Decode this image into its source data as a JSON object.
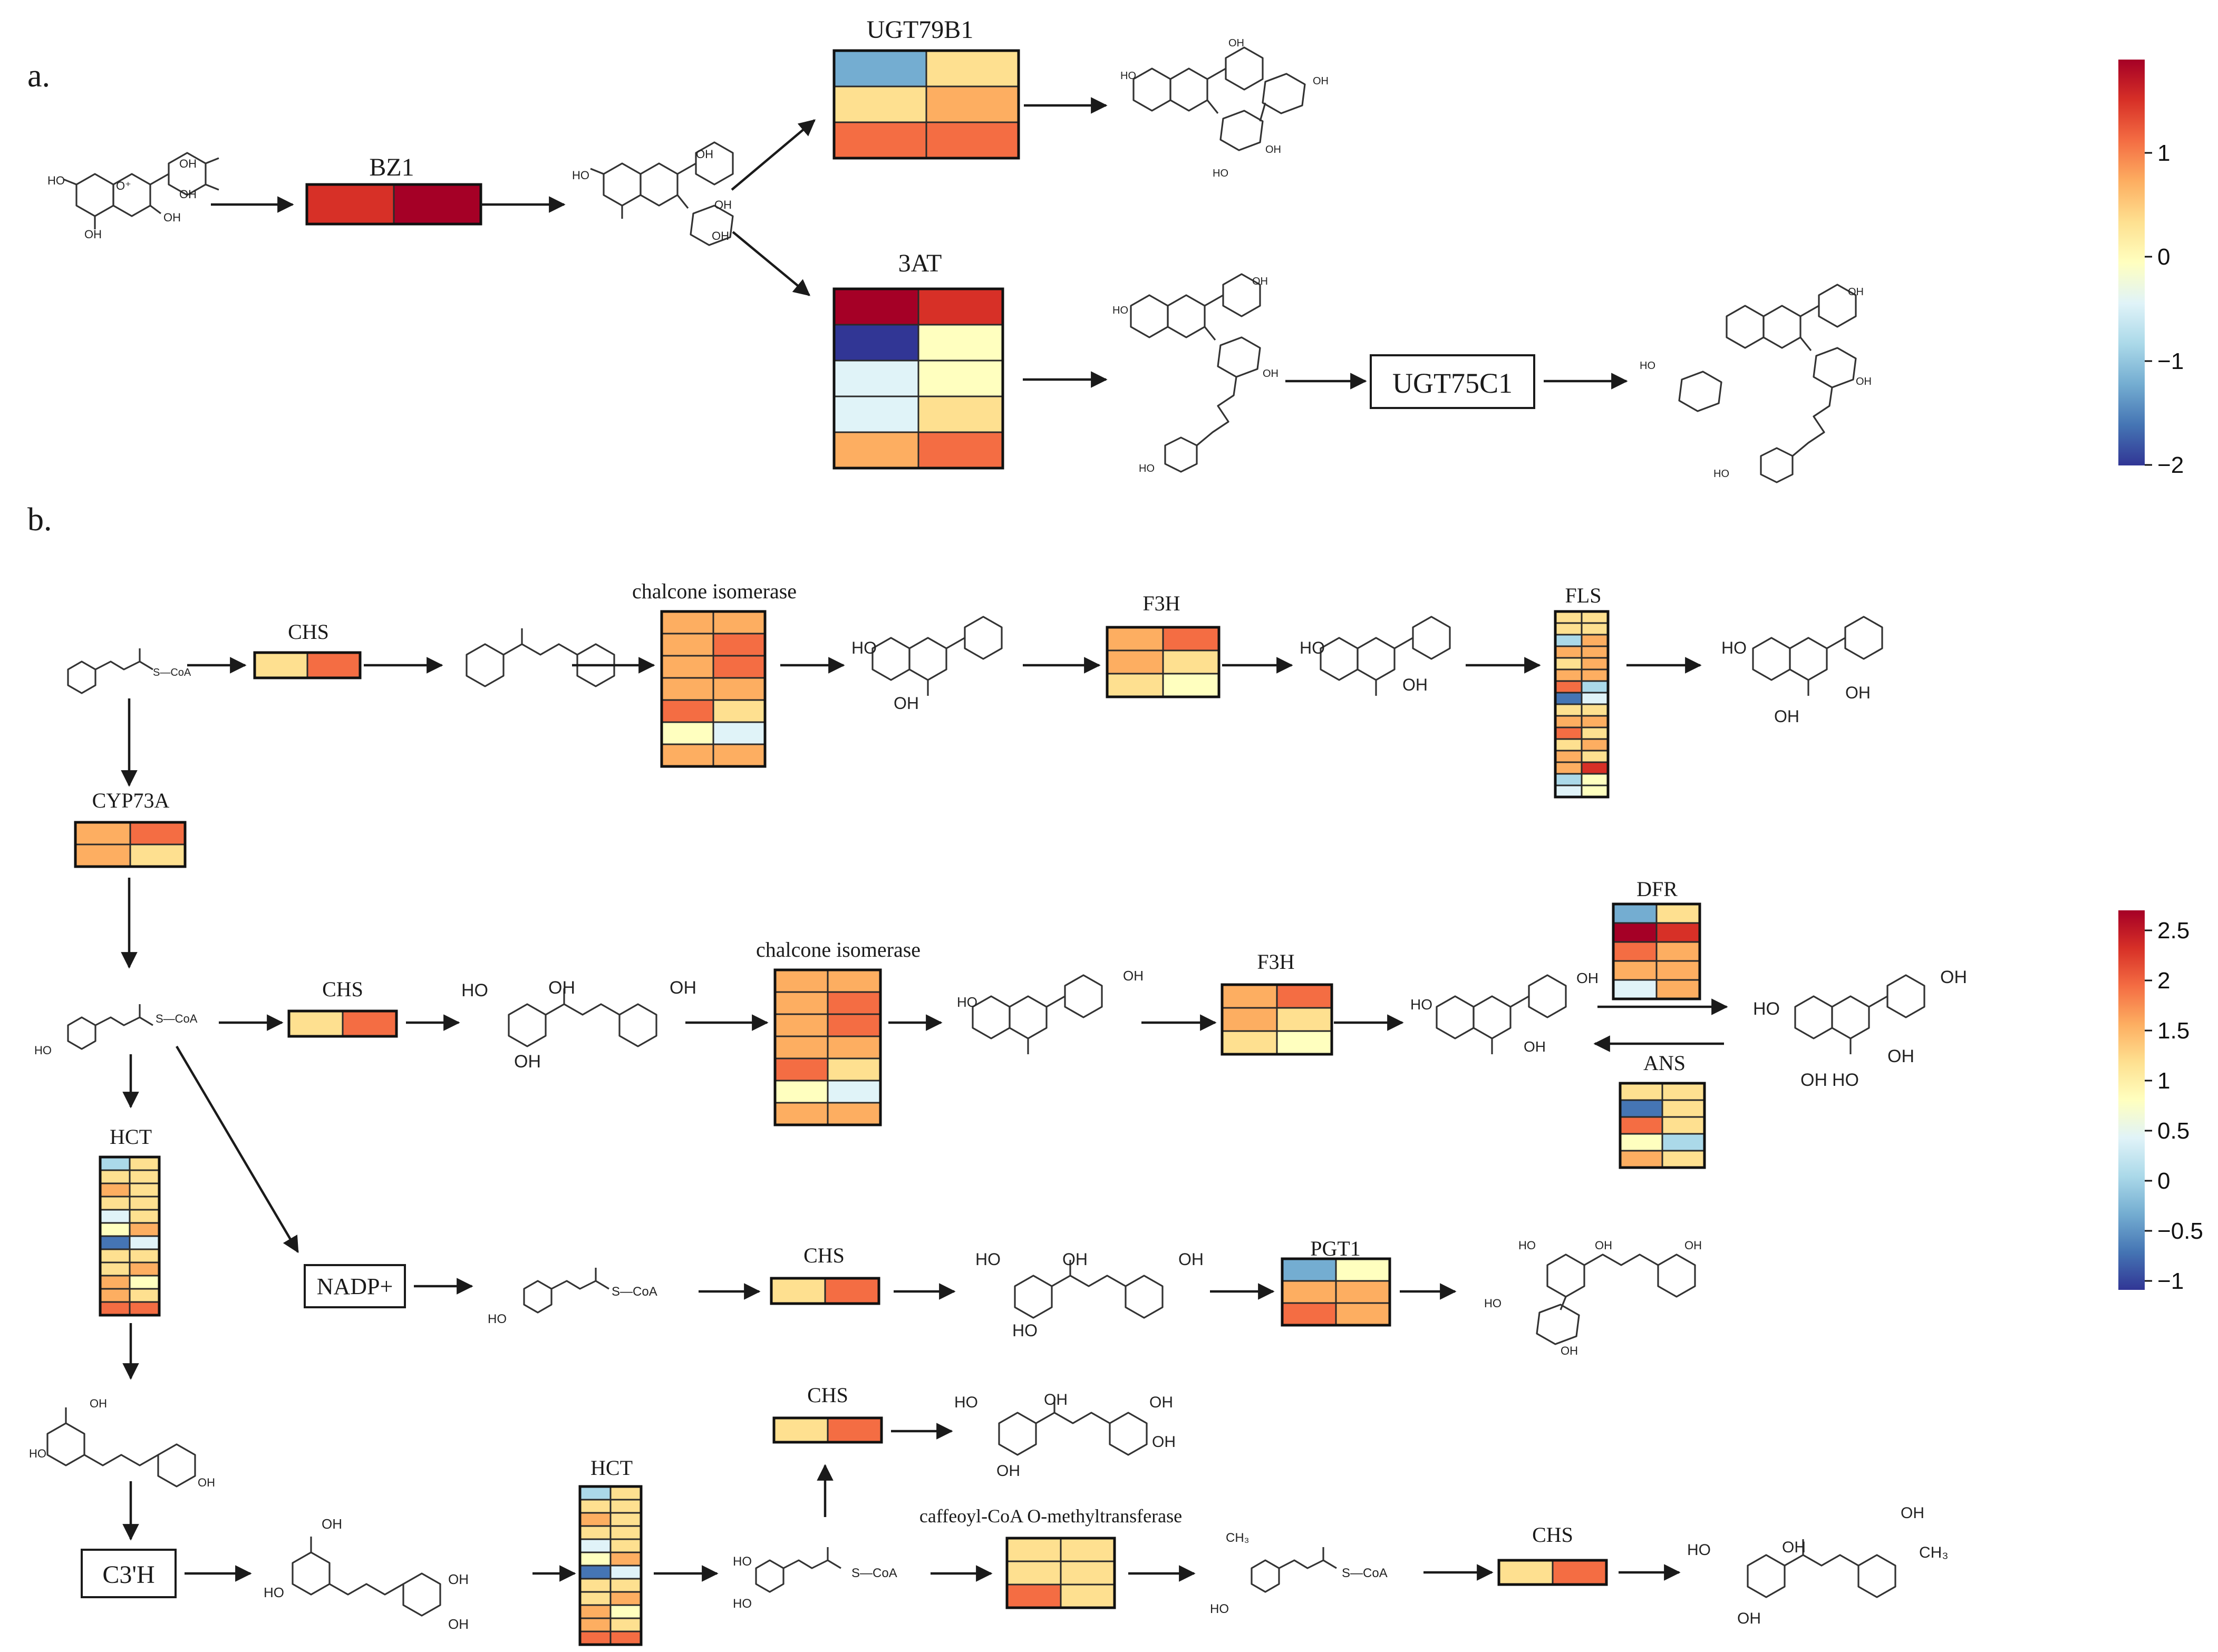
{
  "panels": {
    "a": "a.",
    "b": "b."
  },
  "palette": [
    "#313695",
    "#4575b4",
    "#74add1",
    "#abd9e9",
    "#e0f3f8",
    "#ffffbf",
    "#fee090",
    "#fdae61",
    "#f46d43",
    "#d73027",
    "#a50026"
  ],
  "legends": {
    "a": {
      "ticks": [
        "1",
        "0",
        "−1",
        "−2"
      ]
    },
    "b": {
      "ticks": [
        "2.5",
        "2",
        "1.5",
        "1",
        "0.5",
        "0",
        "−0.5",
        "−1"
      ]
    }
  },
  "enzymes": {
    "BZ1": "BZ1",
    "UGT79B1": "UGT79B1",
    "AT3": "3AT",
    "UGT75C1": "UGT75C1",
    "CHS": "CHS",
    "CHI": "chalcone isomerase",
    "F3H": "F3H",
    "FLS": "FLS",
    "CYP73A": "CYP73A",
    "DFR": "DFR",
    "ANS": "ANS",
    "HCT": "HCT",
    "NADP": "NADP+",
    "PGT1": "PGT1",
    "C3H": "C3'H",
    "CCoAOMT": "caffeoyl-CoA O-methyltransferase"
  },
  "chem": {
    "OH": "OH",
    "HO": "HO",
    "O": "O",
    "Oplus": "O⁺",
    "SCoA": "S—CoA",
    "CH3": "CH₃"
  },
  "heatmaps": {
    "BZ1": [
      [
        0.9,
        0.97
      ]
    ],
    "UGT79B1": [
      [
        0.18,
        0.55
      ],
      [
        0.57,
        0.68
      ],
      [
        0.75,
        0.84
      ]
    ],
    "AT3": [
      [
        0.97,
        0.9
      ],
      [
        0.03,
        0.47
      ],
      [
        0.44,
        0.52
      ],
      [
        0.36,
        0.6
      ],
      [
        0.7,
        0.75
      ]
    ],
    "CHS": [
      [
        0.62,
        0.8
      ]
    ],
    "CHI": [
      [
        0.65,
        0.7
      ],
      [
        0.74,
        0.78
      ],
      [
        0.7,
        0.82
      ],
      [
        0.68,
        0.7
      ],
      [
        0.76,
        0.6
      ],
      [
        0.53,
        0.44
      ],
      [
        0.66,
        0.66
      ]
    ],
    "F3H": [
      [
        0.68,
        0.76
      ],
      [
        0.74,
        0.64
      ],
      [
        0.56,
        0.46
      ]
    ],
    "FLS": [
      [
        0.56,
        0.6
      ],
      [
        0.6,
        0.64
      ],
      [
        0.3,
        0.68
      ],
      [
        0.65,
        0.72
      ],
      [
        0.58,
        0.74
      ],
      [
        0.66,
        0.7
      ],
      [
        0.78,
        0.32
      ],
      [
        0.05,
        0.42
      ],
      [
        0.6,
        0.64
      ],
      [
        0.7,
        0.66
      ],
      [
        0.78,
        0.62
      ],
      [
        0.6,
        0.66
      ],
      [
        0.68,
        0.56
      ],
      [
        0.74,
        0.86
      ],
      [
        0.3,
        0.52
      ],
      [
        0.36,
        0.46
      ]
    ],
    "CYP73A": [
      [
        0.72,
        0.78
      ],
      [
        0.74,
        0.64
      ]
    ],
    "CHS2": [
      [
        0.62,
        0.8
      ]
    ],
    "CHI2": [
      [
        0.65,
        0.7
      ],
      [
        0.74,
        0.78
      ],
      [
        0.7,
        0.82
      ],
      [
        0.68,
        0.7
      ],
      [
        0.76,
        0.6
      ],
      [
        0.53,
        0.44
      ],
      [
        0.66,
        0.66
      ]
    ],
    "F3H2": [
      [
        0.68,
        0.76
      ],
      [
        0.74,
        0.64
      ],
      [
        0.56,
        0.46
      ]
    ],
    "DFR": [
      [
        0.2,
        0.58
      ],
      [
        0.97,
        0.9
      ],
      [
        0.8,
        0.66
      ],
      [
        0.74,
        0.68
      ],
      [
        0.35,
        0.72
      ]
    ],
    "ANS": [
      [
        0.6,
        0.58
      ],
      [
        0.06,
        0.6
      ],
      [
        0.82,
        0.62
      ],
      [
        0.48,
        0.25
      ],
      [
        0.65,
        0.58
      ]
    ],
    "HCT": [
      [
        0.25,
        0.58
      ],
      [
        0.6,
        0.64
      ],
      [
        0.7,
        0.58
      ],
      [
        0.56,
        0.62
      ],
      [
        0.44,
        0.6
      ],
      [
        0.52,
        0.66
      ],
      [
        0.05,
        0.4
      ],
      [
        0.6,
        0.58
      ],
      [
        0.64,
        0.66
      ],
      [
        0.66,
        0.46
      ],
      [
        0.7,
        0.6
      ],
      [
        0.78,
        0.8
      ]
    ],
    "CHS3": [
      [
        0.62,
        0.8
      ]
    ],
    "PGT1": [
      [
        0.2,
        0.46
      ],
      [
        0.74,
        0.7
      ],
      [
        0.8,
        0.74
      ]
    ],
    "CHS4": [
      [
        0.62,
        0.8
      ]
    ],
    "HCT2": [
      [
        0.25,
        0.58
      ],
      [
        0.6,
        0.64
      ],
      [
        0.7,
        0.58
      ],
      [
        0.56,
        0.62
      ],
      [
        0.44,
        0.6
      ],
      [
        0.52,
        0.66
      ],
      [
        0.05,
        0.4
      ],
      [
        0.6,
        0.58
      ],
      [
        0.64,
        0.66
      ],
      [
        0.66,
        0.46
      ],
      [
        0.7,
        0.6
      ],
      [
        0.78,
        0.8
      ]
    ],
    "CCoAOMT": [
      [
        0.6,
        0.58
      ],
      [
        0.64,
        0.6
      ],
      [
        0.78,
        0.56
      ]
    ],
    "CHS5": [
      [
        0.62,
        0.8
      ]
    ]
  }
}
